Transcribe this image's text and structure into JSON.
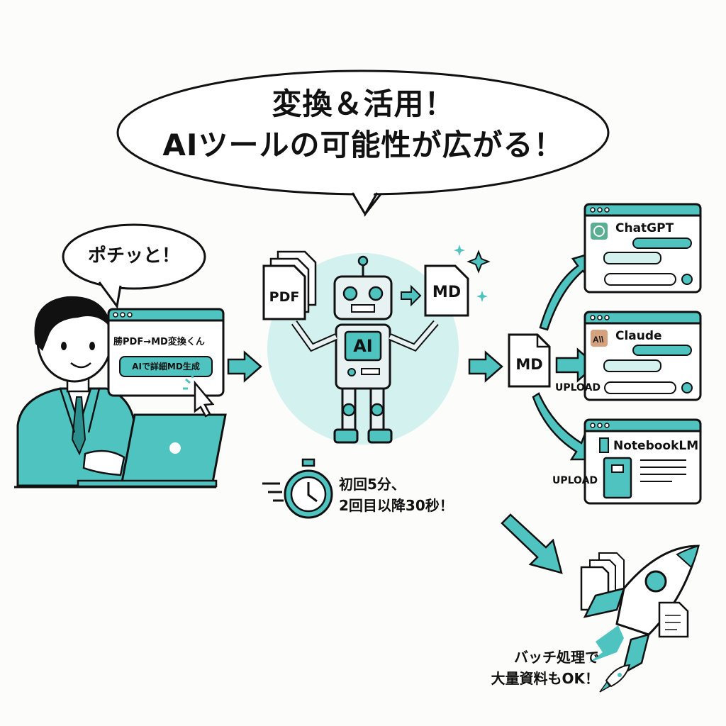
{
  "headline": {
    "line1": "変換＆活用！",
    "line2": "AIツールの可能性が広がる！"
  },
  "user_bubble": "ポチッと！",
  "app_window": {
    "title": "勝PDF→MD変換くん",
    "button": "AIで詳細MD生成"
  },
  "conversion": {
    "input_label": "PDF",
    "output_label": "MD",
    "robot_label": "AI",
    "result_label": "MD"
  },
  "timing": {
    "line1": "初回5分、",
    "line2": "2回目以降30秒！"
  },
  "targets": [
    {
      "name": "ChatGPT",
      "icon": "chatgpt-logo-icon"
    },
    {
      "name": "Claude",
      "icon": "claude-logo-icon",
      "upload": "UPLOAD"
    },
    {
      "name": "NotebookLM",
      "icon": "notebook-icon",
      "upload": "UPLOAD"
    }
  ],
  "batch": {
    "line1": "バッチ処理で",
    "line2": "大量資料もOK！"
  },
  "colors": {
    "accent": "#4fc3c0",
    "accent_light": "#d3f1ef",
    "outline": "#111111"
  }
}
